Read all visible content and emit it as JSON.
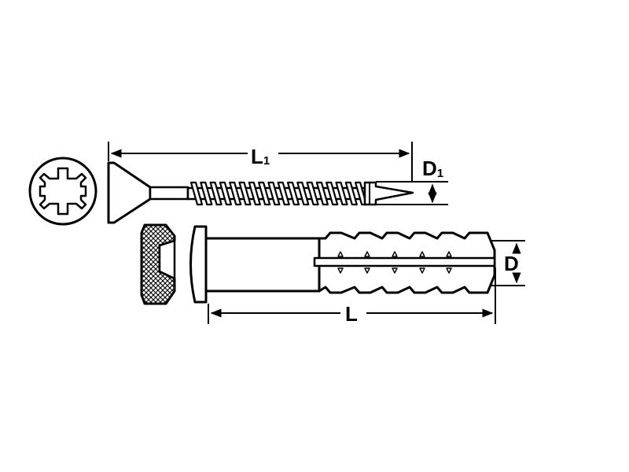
{
  "labels": {
    "l1_main": "L",
    "l1_sub": "1",
    "d1_main": "D",
    "d1_sub": "1",
    "l": "L",
    "d": "D"
  },
  "colors": {
    "ink": "#000000",
    "paper": "#ffffff"
  }
}
